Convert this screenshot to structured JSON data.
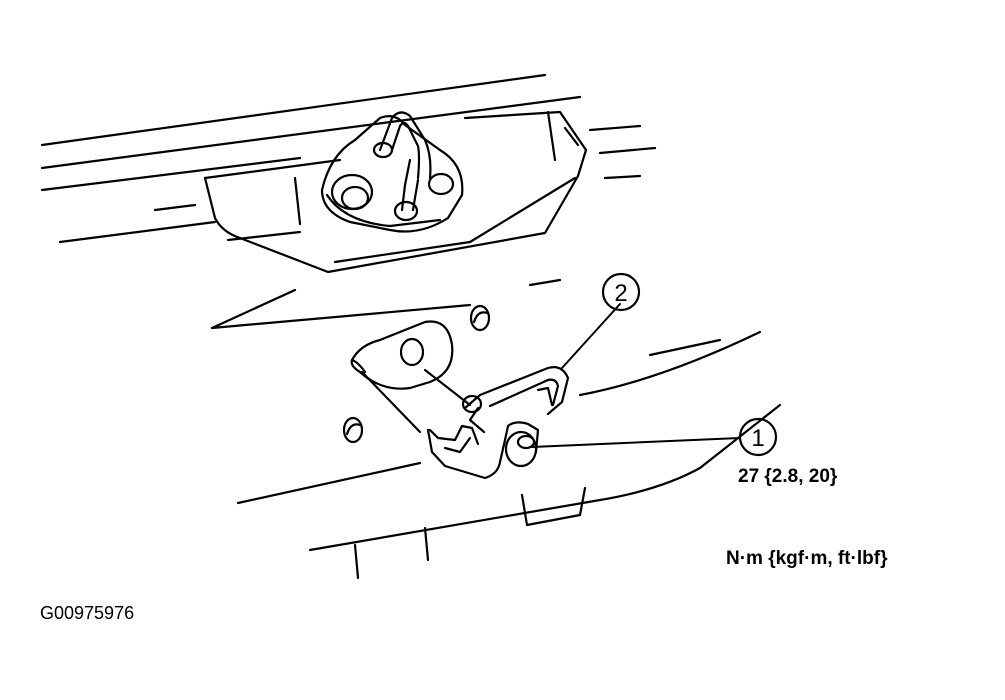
{
  "callouts": [
    {
      "number": "1"
    },
    {
      "number": "2"
    }
  ],
  "torque_spec": "27 {2.8, 20}",
  "units": "N·m {kgf·m, ft·lbf}",
  "figure_id": "G00975976",
  "colors": {
    "line": "#000000",
    "background": "#ffffff"
  }
}
